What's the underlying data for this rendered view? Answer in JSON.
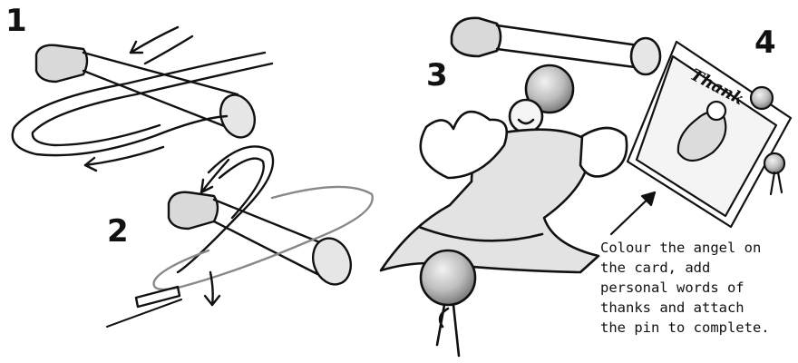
{
  "steps": [
    {
      "number": "1",
      "illustration": "safety-pin-threading"
    },
    {
      "number": "2",
      "illustration": "safety-pin-double-loop"
    },
    {
      "number": "3",
      "illustration": "angel-figure-on-pin"
    },
    {
      "number": "4",
      "illustration": "thank-you-card-with-pins"
    }
  ],
  "caption": {
    "lines": [
      "Colour the angel on",
      "the card, add",
      "personal words of",
      "thanks and attach",
      "the pin to complete."
    ]
  },
  "card": {
    "text": "Thank"
  },
  "colors": {
    "ink": "#111111",
    "fill_light": "#d9d9d9",
    "fill_mid": "#bdbdbd",
    "fill_dark": "#8f8f8f"
  }
}
